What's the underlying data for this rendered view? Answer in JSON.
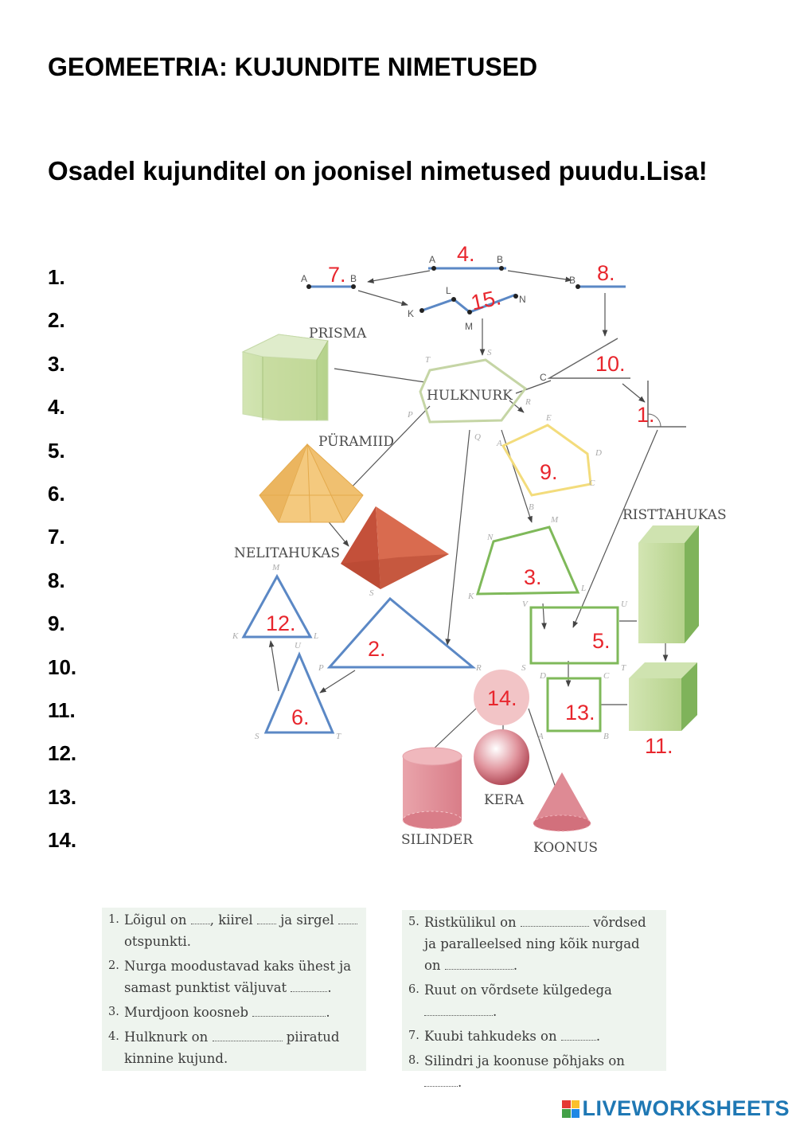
{
  "title": "GEOMEETRIA: KUJUNDITE NIMETUSED",
  "subtitle": "Osadel kujunditel on joonisel nimetused puudu.Lisa!",
  "answer_numbers": [
    "1.",
    "2.",
    "3.",
    "4.",
    "5.",
    "6.",
    "7.",
    "8.",
    "9.",
    "10.",
    "11.",
    "12.",
    "13.",
    "14."
  ],
  "diagram": {
    "shape_labels": {
      "prisma": "PRISMA",
      "hulknurk": "HULKNURK",
      "puramiid": "PÜRAMIID",
      "nelitahukas": "NELITAHUKAS",
      "risttahukas": "RISTTAHUKAS",
      "kera": "KERA",
      "silinder": "SILINDER",
      "koonus": "KOONUS"
    },
    "markers": [
      "1.",
      "2.",
      "3.",
      "4.",
      "5.",
      "6.",
      "7.",
      "8.",
      "9.",
      "10.",
      "11.",
      "12.",
      "13.",
      "14.",
      "15."
    ],
    "points": {
      "a": "A",
      "b": "B",
      "k": "K",
      "l": "L",
      "m": "M",
      "n": "N",
      "c": "C",
      "t": "T",
      "s": "S",
      "r": "R",
      "p": "P",
      "q": "Q",
      "e": "E",
      "d": "D",
      "u": "U",
      "v": "V"
    }
  },
  "exercises_left": [
    {
      "num": "1.",
      "parts": [
        "Lõigul on",
        ", kiirel",
        "ja sirgel",
        "otspunkti."
      ]
    },
    {
      "num": "2.",
      "parts": [
        "Nurga moodustavad kaks ühest ja samast punktist väljuvat",
        "."
      ]
    },
    {
      "num": "3.",
      "parts": [
        "Murdjoon koosneb",
        "."
      ]
    },
    {
      "num": "4.",
      "parts": [
        "Hulknurk on",
        "piiratud kinnine kujund."
      ]
    }
  ],
  "exercises_right": [
    {
      "num": "5.",
      "parts": [
        "Ristkülikul on",
        "võrdsed ja paralleelsed ning kõik nurgad on",
        "."
      ]
    },
    {
      "num": "6.",
      "parts": [
        "Ruut on võrdsete külgedega",
        "."
      ]
    },
    {
      "num": "7.",
      "parts": [
        "Kuubi tahkudeks on",
        "."
      ]
    },
    {
      "num": "8.",
      "parts": [
        "Silindri ja koonuse põhjaks on",
        "."
      ]
    }
  ],
  "logo": {
    "text": "LIVEWORKSHEETS",
    "color": "#1f78b4"
  }
}
